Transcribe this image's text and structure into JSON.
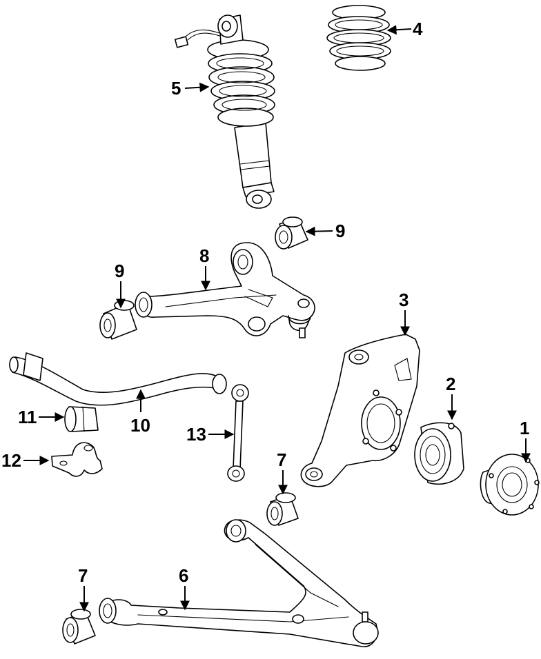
{
  "callouts": {
    "hub": "1",
    "bearing": "2",
    "knuckle": "3",
    "coil_spring": "4",
    "shock_absorber": "5",
    "lower_control_arm": "6",
    "lower_arm_bushing_rear": "7",
    "lower_arm_bushing_front": "7",
    "upper_control_arm": "8",
    "upper_arm_bushing_left": "9",
    "upper_arm_bushing_right": "9",
    "stabilizer_bar": "10",
    "stabilizer_bushing": "11",
    "bushing_bracket": "12",
    "stabilizer_link": "13"
  },
  "colors": {
    "line": "#000000",
    "background": "#ffffff",
    "shading": "#e8e8e8"
  }
}
